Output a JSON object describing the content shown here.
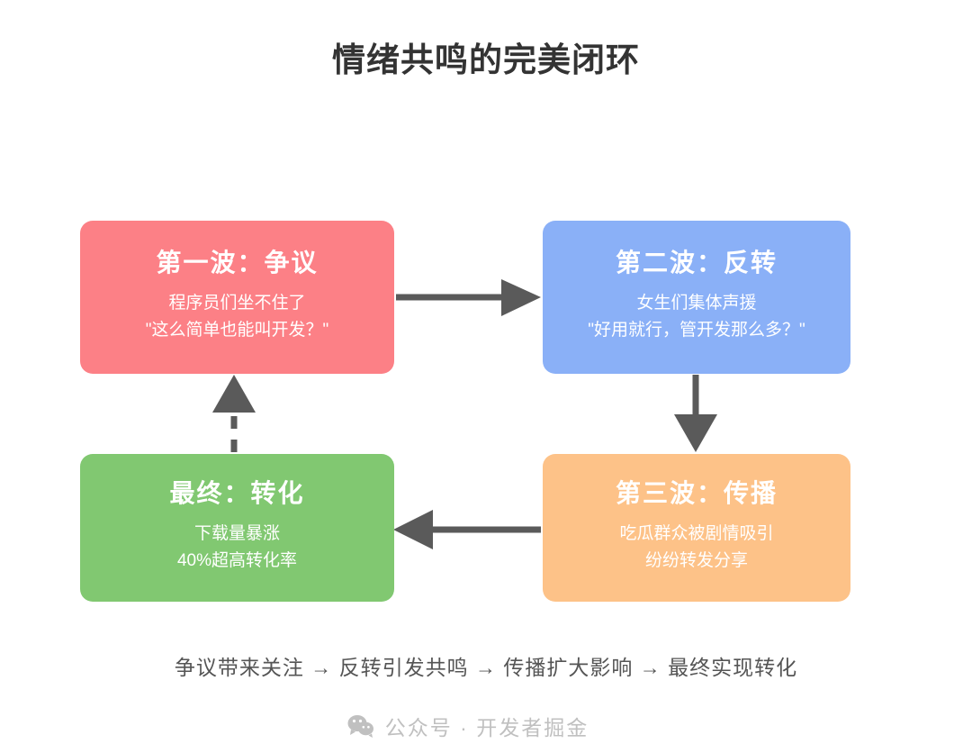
{
  "title": "情绪共鸣的完美闭环",
  "colors": {
    "background": "#ffffff",
    "title_text": "#333333",
    "arrow": "#5a5a5a",
    "caption_text": "#555555",
    "watermark_text": "#c0c0c0",
    "node_dispute": "#FC8086",
    "node_reversal": "#8AB0F7",
    "node_spread": "#FDC288",
    "node_conversion": "#81C871"
  },
  "nodes": {
    "dispute": {
      "title": "第一波：争议",
      "line1": "程序员们坐不住了",
      "line2": "\"这么简单也能叫开发？\""
    },
    "reversal": {
      "title": "第二波：反转",
      "line1": "女生们集体声援",
      "line2": "\"好用就行，管开发那么多？\""
    },
    "spread": {
      "title": "第三波：传播",
      "line1": "吃瓜群众被剧情吸引",
      "line2": "纷纷转发分享"
    },
    "conversion": {
      "title": "最终：转化",
      "line1": "下载量暴涨",
      "line2": "40%超高转化率"
    }
  },
  "arrows": [
    {
      "name": "dispute-to-reversal",
      "style": "solid",
      "direction": "right"
    },
    {
      "name": "reversal-to-spread",
      "style": "solid",
      "direction": "down"
    },
    {
      "name": "spread-to-conversion",
      "style": "solid",
      "direction": "left"
    },
    {
      "name": "conversion-to-dispute",
      "style": "dashed",
      "direction": "up"
    }
  ],
  "caption": "争议带来关注 → 反转引发共鸣 → 传播扩大影响 → 最终实现转化",
  "footer": {
    "icon": "wechat-icon",
    "text": "公众号 · 开发者掘金"
  },
  "chart_data": {
    "type": "diagram",
    "subtype": "cycle-flowchart",
    "title": "情绪共鸣的完美闭环",
    "nodes": [
      {
        "id": "dispute",
        "label": "第一波：争议",
        "detail": [
          "程序员们坐不住了",
          "\"这么简单也能叫开发？\""
        ],
        "color": "#FC8086",
        "position": "top-left"
      },
      {
        "id": "reversal",
        "label": "第二波：反转",
        "detail": [
          "女生们集体声援",
          "\"好用就行，管开发那么多？\""
        ],
        "color": "#8AB0F7",
        "position": "top-right"
      },
      {
        "id": "spread",
        "label": "第三波：传播",
        "detail": [
          "吃瓜群众被剧情吸引",
          "纷纷转发分享"
        ],
        "color": "#FDC288",
        "position": "bottom-right"
      },
      {
        "id": "conversion",
        "label": "最终：转化",
        "detail": [
          "下载量暴涨",
          "40%超高转化率"
        ],
        "color": "#81C871",
        "position": "bottom-left"
      }
    ],
    "edges": [
      {
        "from": "dispute",
        "to": "reversal",
        "style": "solid"
      },
      {
        "from": "reversal",
        "to": "spread",
        "style": "solid"
      },
      {
        "from": "spread",
        "to": "conversion",
        "style": "solid"
      },
      {
        "from": "conversion",
        "to": "dispute",
        "style": "dashed"
      }
    ]
  }
}
